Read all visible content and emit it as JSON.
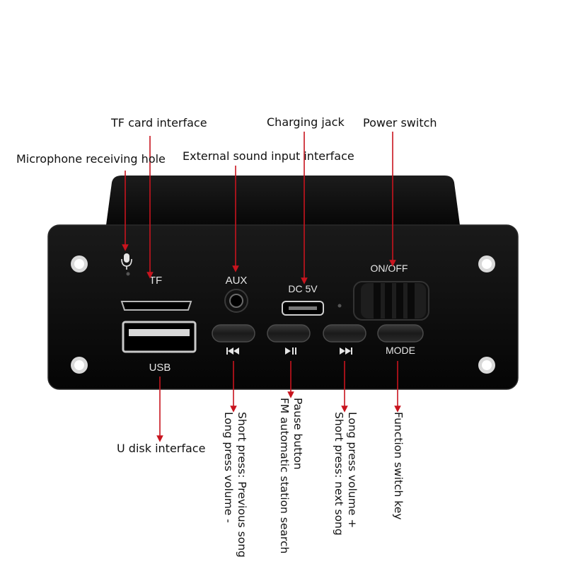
{
  "callouts": {
    "tf_card": "TF card interface",
    "microphone": "Microphone receiving hole",
    "aux_input": "External sound input interface",
    "charging": "Charging jack",
    "power_switch": "Power switch",
    "usb": "U disk interface",
    "prev_line1": "Short press: Previous song",
    "prev_line2": "Long press volume -",
    "pause_line1": "Pause button",
    "pause_line2": "FM automatic station search",
    "next_line1": "Long press volume +",
    "next_line2": "Short press: next song",
    "mode": "Function switch key"
  },
  "panel": {
    "tf": "TF",
    "aux": "AUX",
    "dc": "DC 5V",
    "onoff": "ON/OFF",
    "usb": "USB",
    "mode": "MODE",
    "prev_icon": "previous-track-icon",
    "play_pause_icon": "play-pause-icon",
    "next_icon": "next-track-icon",
    "mic_icon": "microphone-icon"
  },
  "colors": {
    "arrow": "#c8141e",
    "panel": "#0d0d0d",
    "panel_text": "#e6e6e6"
  }
}
